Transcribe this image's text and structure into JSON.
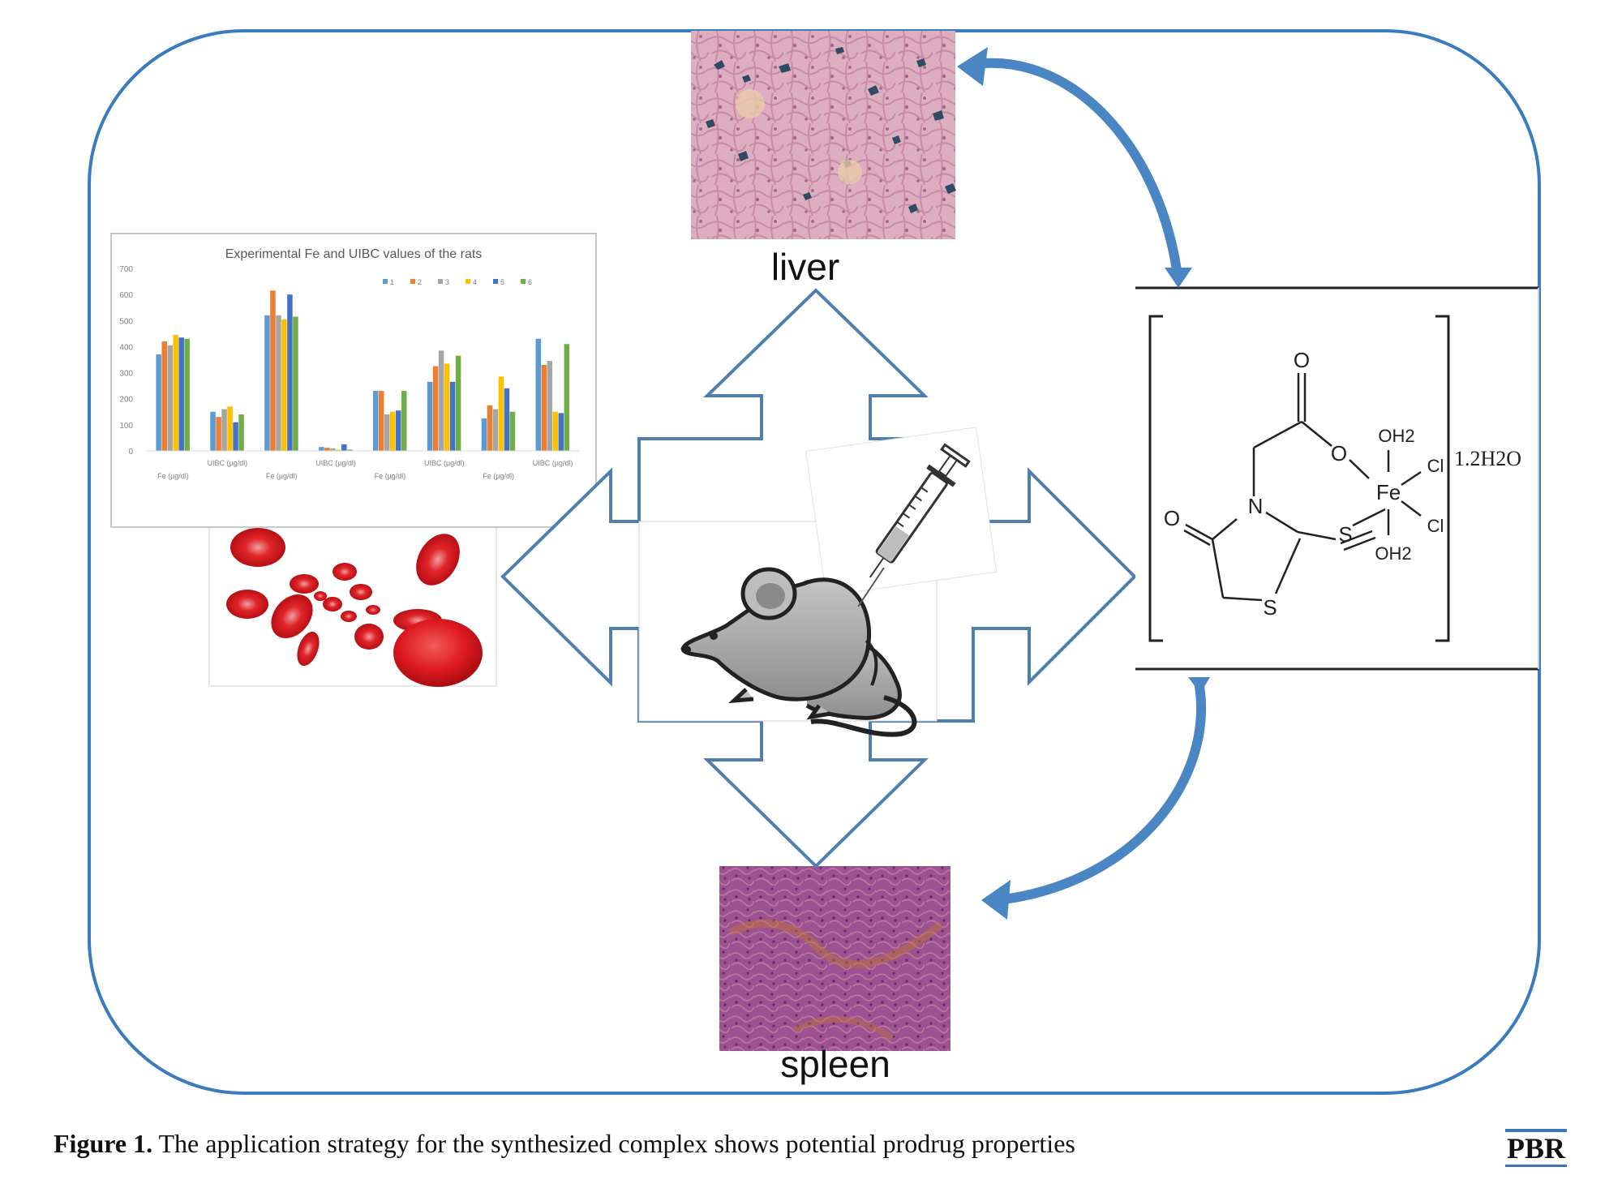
{
  "colors": {
    "frame": "#3a7bbf",
    "arrow_outline": "#4f7fae",
    "curved_arrow": "#4a85c4",
    "liver_tissue": "#d9a7b8",
    "spleen_tissue": "#9a4f8a",
    "blood_cell": "#d8161c",
    "mouse": "#a9a9a9"
  },
  "labels": {
    "liver": "liver",
    "spleen": "spleen"
  },
  "chemistry": {
    "o_top": "O",
    "o_link": "O",
    "o_left": "O",
    "n": "N",
    "s_ring": "S",
    "s_exo": "S",
    "fe": "Fe",
    "cl_1": "Cl",
    "cl_2": "Cl",
    "oh2_top": "OH2",
    "oh2_bottom": "OH2",
    "hydrate": "1.2H2O"
  },
  "icons": {
    "liver_image": "liver-histology-icon",
    "spleen_image": "spleen-histology-icon",
    "blood_image": "red-blood-cells-icon",
    "mouse_image": "mouse-icon",
    "syringe_image": "syringe-icon"
  },
  "chart_data": {
    "type": "bar",
    "title": "Experimental Fe and UIBC values of the rats",
    "categories": [
      "Fe (µg/dl)",
      "UIBC (µg/dl)",
      "Fe (µg/dl)",
      "UIBC (µg/dl)",
      "Fe (µg/dl)",
      "UIBC (µg/dl)",
      "Fe (µg/dl)",
      "UIBC (µg/dl)"
    ],
    "series": [
      {
        "name": "1",
        "color": "#5b9bd5",
        "values": [
          370,
          150,
          520,
          15,
          230,
          265,
          125,
          430
        ]
      },
      {
        "name": "2",
        "color": "#ed7d31",
        "values": [
          420,
          130,
          615,
          12,
          230,
          325,
          175,
          330
        ]
      },
      {
        "name": "3",
        "color": "#a5a5a5",
        "values": [
          405,
          160,
          520,
          10,
          140,
          385,
          160,
          345
        ]
      },
      {
        "name": "4",
        "color": "#ffc000",
        "values": [
          445,
          170,
          505,
          5,
          150,
          335,
          285,
          150
        ]
      },
      {
        "name": "5",
        "color": "#4472c4",
        "values": [
          435,
          110,
          600,
          25,
          155,
          265,
          240,
          145
        ]
      },
      {
        "name": "6",
        "color": "#70ad47",
        "values": [
          430,
          140,
          515,
          5,
          230,
          365,
          150,
          410
        ]
      }
    ],
    "yticks": [
      "0",
      "100",
      "200",
      "300",
      "400",
      "500",
      "600",
      "700"
    ],
    "ylim": [
      0,
      700
    ],
    "legend": "top-right",
    "grid": false
  },
  "caption": {
    "label": "Figure 1.",
    "text": " The application strategy for the synthesized complex shows potential prodrug properties"
  },
  "journal": "PBR"
}
